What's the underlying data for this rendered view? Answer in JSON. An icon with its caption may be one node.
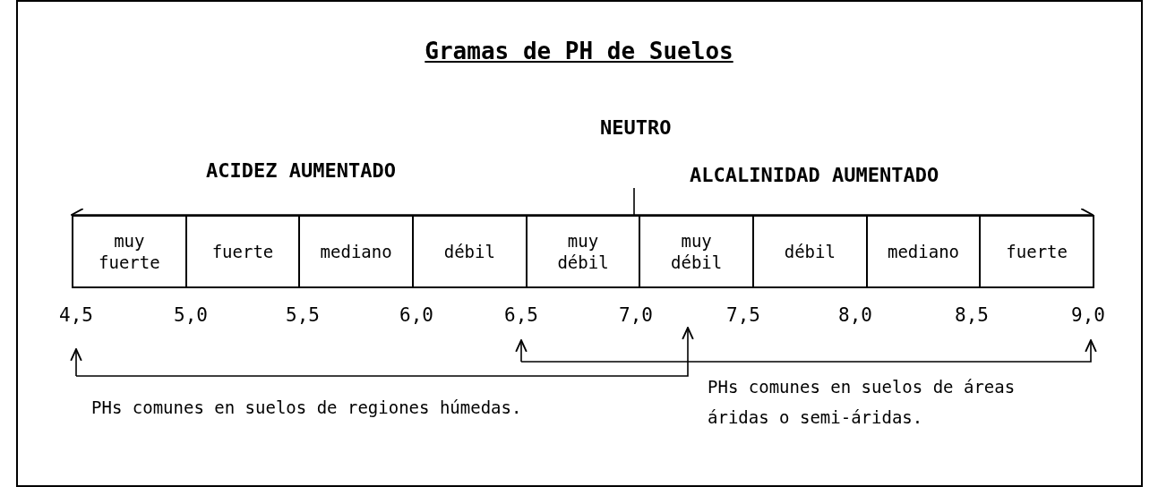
{
  "diagram": {
    "title": "Gramas de PH de Suelos",
    "nodes": [
      {
        "text": [
          "muy fuerte"
        ]
      },
      {
        "text": [
          "fuerte"
        ]
      },
      {
        "text": [
          "mediano"
        ]
      },
      {
        "text": [
          "débil"
        ]
      },
      {
        "text": [
          "muy débil"
        ]
      },
      {
        "text": [
          "muy débil"
        ]
      },
      {
        "text": [
          "débil"
        ]
      },
      {
        "text": [
          "mediano"
        ]
      },
      {
        "text": [
          "fuerte"
        ]
      }
    ],
    "edges": [
      {
        "from": 0,
        "to": 8,
        "arrow": "both"
      }
    ],
    "labels": [
      "NEUTRO",
      "ACIDEZ AUMENTADO",
      "ALCALINIDAD AUMENTADO",
      "4,5",
      "5,0",
      "5,5",
      "6,0",
      "6,5",
      "7,0",
      "7,5",
      "8,0",
      "8,5",
      "9,0",
      "PHs comunes en suelos de regiones húmedas.",
      "PHs comunes en suelos de áreas áridas o semi-áridas."
    ]
  }
}
